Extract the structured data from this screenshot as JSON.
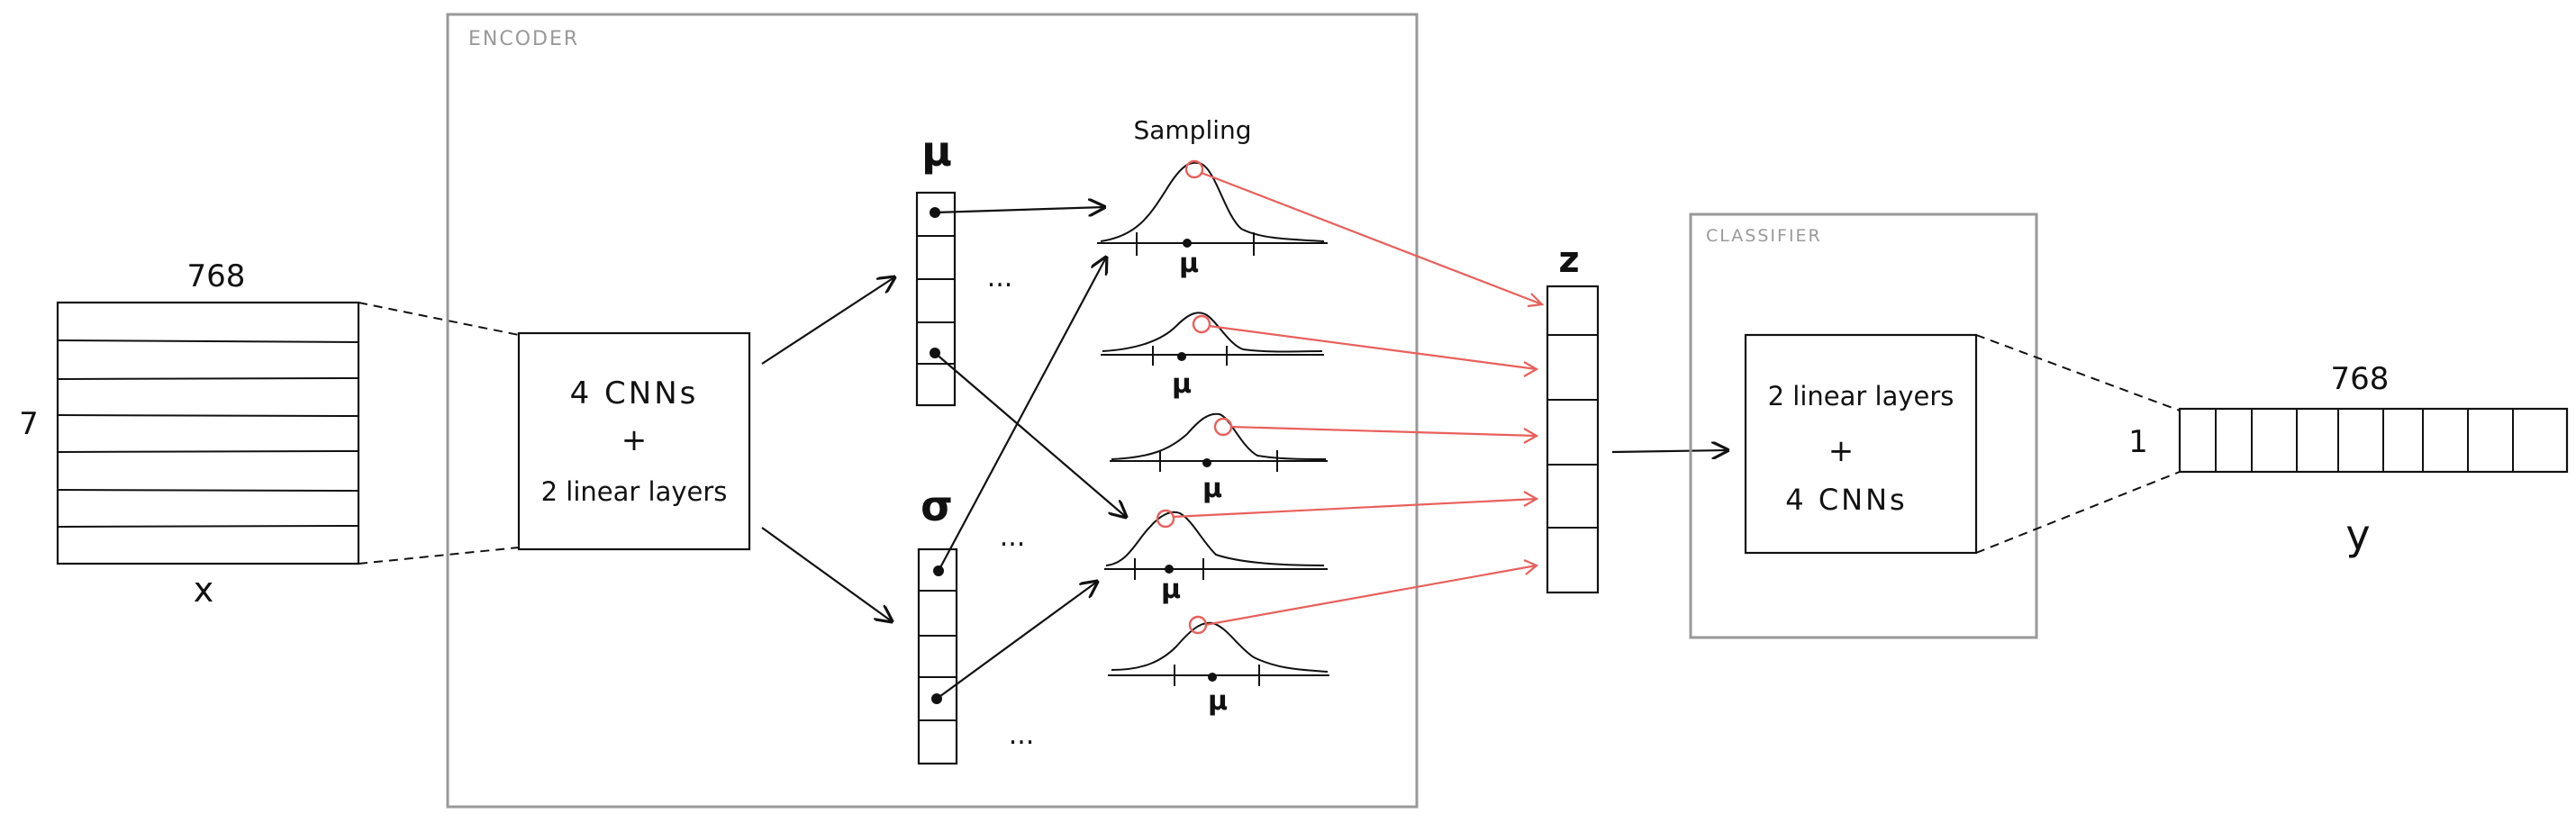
{
  "input": {
    "width_label": "768",
    "height_label": "7",
    "name": "x"
  },
  "encoder": {
    "title": "ENCODER",
    "block_line1": "4 CNNs",
    "block_plus": "+",
    "block_line2": "2 linear layers",
    "mu_label": "μ",
    "sigma_label": "σ",
    "ellipsis": "..."
  },
  "sampling": {
    "title": "Sampling",
    "mean_label": "μ"
  },
  "latent": {
    "label": "z"
  },
  "classifier": {
    "title": "CLASSIFIER",
    "block_line1": "2 linear layers",
    "block_plus": "+",
    "block_line2": "4 CNNs"
  },
  "output": {
    "width_label": "768",
    "height_label": "1",
    "name": "y"
  },
  "colors": {
    "ink": "#111111",
    "frame": "#999999",
    "sample": "#e8605c"
  }
}
